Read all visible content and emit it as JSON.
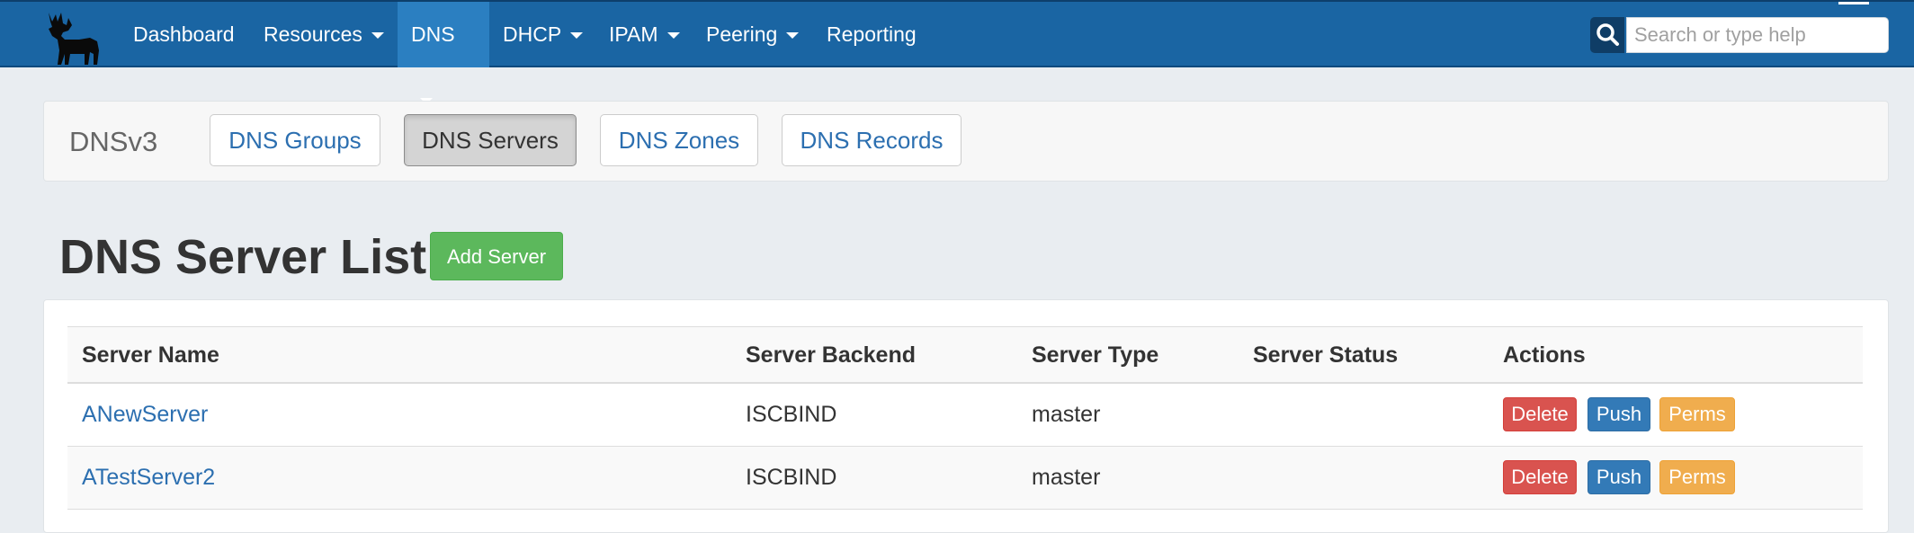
{
  "nav": {
    "items": [
      {
        "label": "Dashboard",
        "dropdown": false
      },
      {
        "label": "Resources",
        "dropdown": true
      },
      {
        "label": "DNS",
        "dropdown": true,
        "active": true
      },
      {
        "label": "DHCP",
        "dropdown": true
      },
      {
        "label": "IPAM",
        "dropdown": true
      },
      {
        "label": "Peering",
        "dropdown": true
      },
      {
        "label": "Reporting",
        "dropdown": false
      }
    ],
    "search_placeholder": "Search or type help",
    "icons": {
      "logo": "moose-logo-icon",
      "search": "search-icon",
      "dropdown": "caret-down-icon"
    }
  },
  "subnav": {
    "brand": "DNSv3",
    "tabs": [
      {
        "label": "DNS Groups"
      },
      {
        "label": "DNS Servers",
        "active": true
      },
      {
        "label": "DNS Zones"
      },
      {
        "label": "DNS Records"
      }
    ]
  },
  "page": {
    "title": "DNS Server List",
    "add_label": "Add Server"
  },
  "table": {
    "headers": [
      "Server Name",
      "Server Backend",
      "Server Type",
      "Server Status",
      "Actions"
    ],
    "rows": [
      {
        "name": "ANewServer",
        "backend": "ISCBIND",
        "type": "master",
        "status": "",
        "actions": [
          "Delete",
          "Push",
          "Perms"
        ]
      },
      {
        "name": "ATestServer2",
        "backend": "ISCBIND",
        "type": "master",
        "status": "",
        "actions": [
          "Delete",
          "Push",
          "Perms"
        ]
      }
    ]
  },
  "colors": {
    "navbar": "#1a65a3",
    "nav_active": "#2b7fc1",
    "link": "#2c6fb0",
    "add_button": "#5cb85c",
    "delete_button": "#d9534f",
    "push_button": "#337ab7",
    "perms_button": "#f0ad4e"
  }
}
